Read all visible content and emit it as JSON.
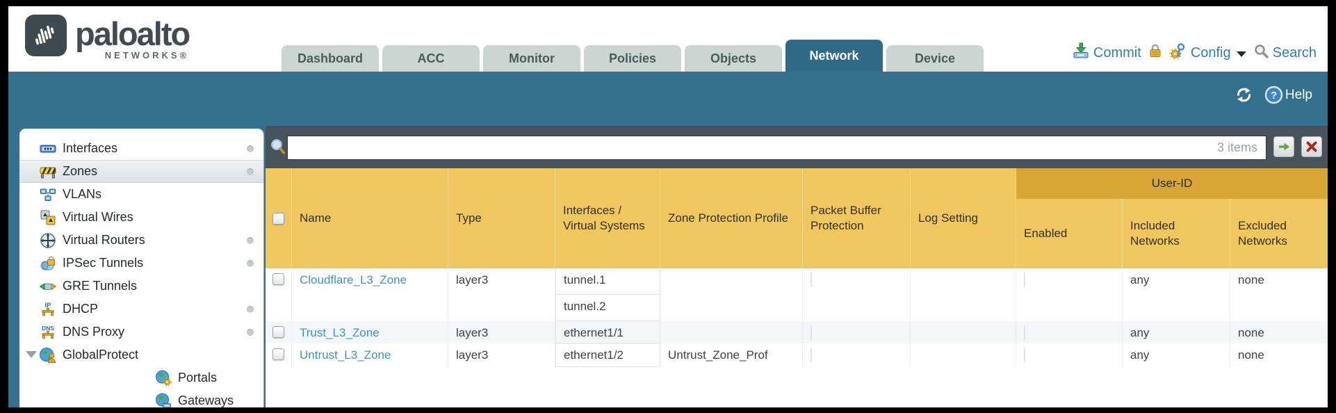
{
  "header": {
    "brand": {
      "name": "paloalto",
      "subtitle": "NETWORKS®"
    },
    "tabs": [
      {
        "label": "Dashboard"
      },
      {
        "label": "ACC"
      },
      {
        "label": "Monitor"
      },
      {
        "label": "Policies"
      },
      {
        "label": "Objects"
      },
      {
        "label": "Network",
        "active": true
      },
      {
        "label": "Device"
      }
    ],
    "actions": {
      "commit_label": "Commit",
      "config_label": "Config",
      "search_label": "Search"
    }
  },
  "toolbar": {
    "help_label": "Help",
    "help_glyph": "?"
  },
  "sidebar": {
    "items": [
      {
        "label": "Interfaces"
      },
      {
        "label": "Zones",
        "selected": true
      },
      {
        "label": "VLANs"
      },
      {
        "label": "Virtual Wires"
      },
      {
        "label": "Virtual Routers"
      },
      {
        "label": "IPSec Tunnels"
      },
      {
        "label": "GRE Tunnels"
      },
      {
        "label": "DHCP"
      },
      {
        "label": "DNS Proxy"
      },
      {
        "label": "GlobalProtect"
      },
      {
        "label": "Portals"
      },
      {
        "label": "Gateways"
      }
    ],
    "icon_glyphs": {
      "dhcp": "IP",
      "dns": "DNS"
    }
  },
  "filter": {
    "value": "",
    "count_label": "3 items"
  },
  "table": {
    "group_header": "User-ID",
    "columns": [
      "Name",
      "Type",
      "Interfaces / Virtual Systems",
      "Zone Protection Profile",
      "Packet Buffer Protection",
      "Log Setting",
      "Enabled",
      "Included Networks",
      "Excluded Networks"
    ],
    "rows": [
      {
        "name": "Cloudflare_L3_Zone",
        "type": "layer3",
        "interfaces": [
          "tunnel.1",
          "tunnel.2"
        ],
        "zone_protection_profile": "",
        "log_setting": "",
        "included_networks": "any",
        "excluded_networks": "none"
      },
      {
        "name": "Trust_L3_Zone",
        "type": "layer3",
        "interfaces": [
          "ethernet1/1"
        ],
        "zone_protection_profile": "",
        "log_setting": "",
        "included_networks": "any",
        "excluded_networks": "none"
      },
      {
        "name": "Untrust_L3_Zone",
        "type": "layer3",
        "interfaces": [
          "ethernet1/2"
        ],
        "zone_protection_profile": "Untrust_Zone_Prof",
        "log_setting": "",
        "included_networks": "any",
        "excluded_networks": "none"
      }
    ]
  },
  "colors": {
    "teal_band": "#35708e",
    "active_tab": "#2f6a88",
    "header_gold": "#f0c75e",
    "group_gold": "#d7a637",
    "searchbar": "#48525a",
    "link": "#3597c5",
    "tab_inactive": "#ccd5d2"
  }
}
